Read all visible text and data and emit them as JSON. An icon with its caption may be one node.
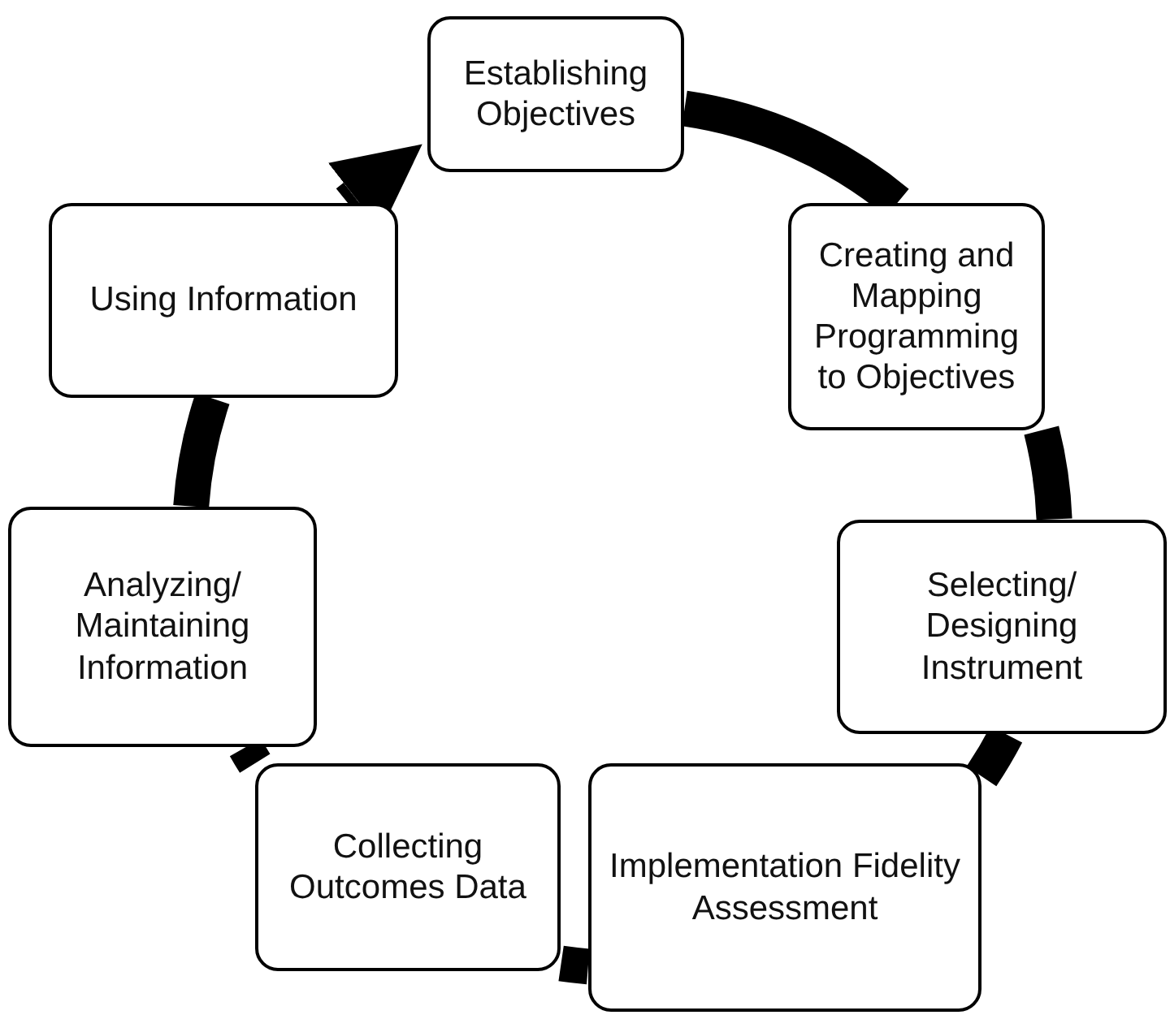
{
  "diagram": {
    "nodes": [
      {
        "text": [
          "Establishing Objectives"
        ]
      },
      {
        "text": [
          "Creating and Mapping Programming to Objectives"
        ]
      },
      {
        "text": [
          "Selecting/ Designing Instrument"
        ]
      },
      {
        "text": [
          "Implementation Fidelity Assessment"
        ]
      },
      {
        "text": [
          "Collecting Outcomes Data"
        ]
      },
      {
        "text": [
          "Analyzing/ Maintaining Information"
        ]
      },
      {
        "text": [
          "Using Information"
        ]
      }
    ],
    "edges": [
      {
        "from": 0,
        "to": 1,
        "arrow": "none"
      },
      {
        "from": 1,
        "to": 2,
        "arrow": "none"
      },
      {
        "from": 2,
        "to": 3,
        "arrow": "none"
      },
      {
        "from": 3,
        "to": 4,
        "arrow": "none"
      },
      {
        "from": 4,
        "to": 5,
        "arrow": "none"
      },
      {
        "from": 5,
        "to": 6,
        "arrow": "none"
      },
      {
        "from": 6,
        "to": 0,
        "arrow": "to"
      }
    ]
  }
}
